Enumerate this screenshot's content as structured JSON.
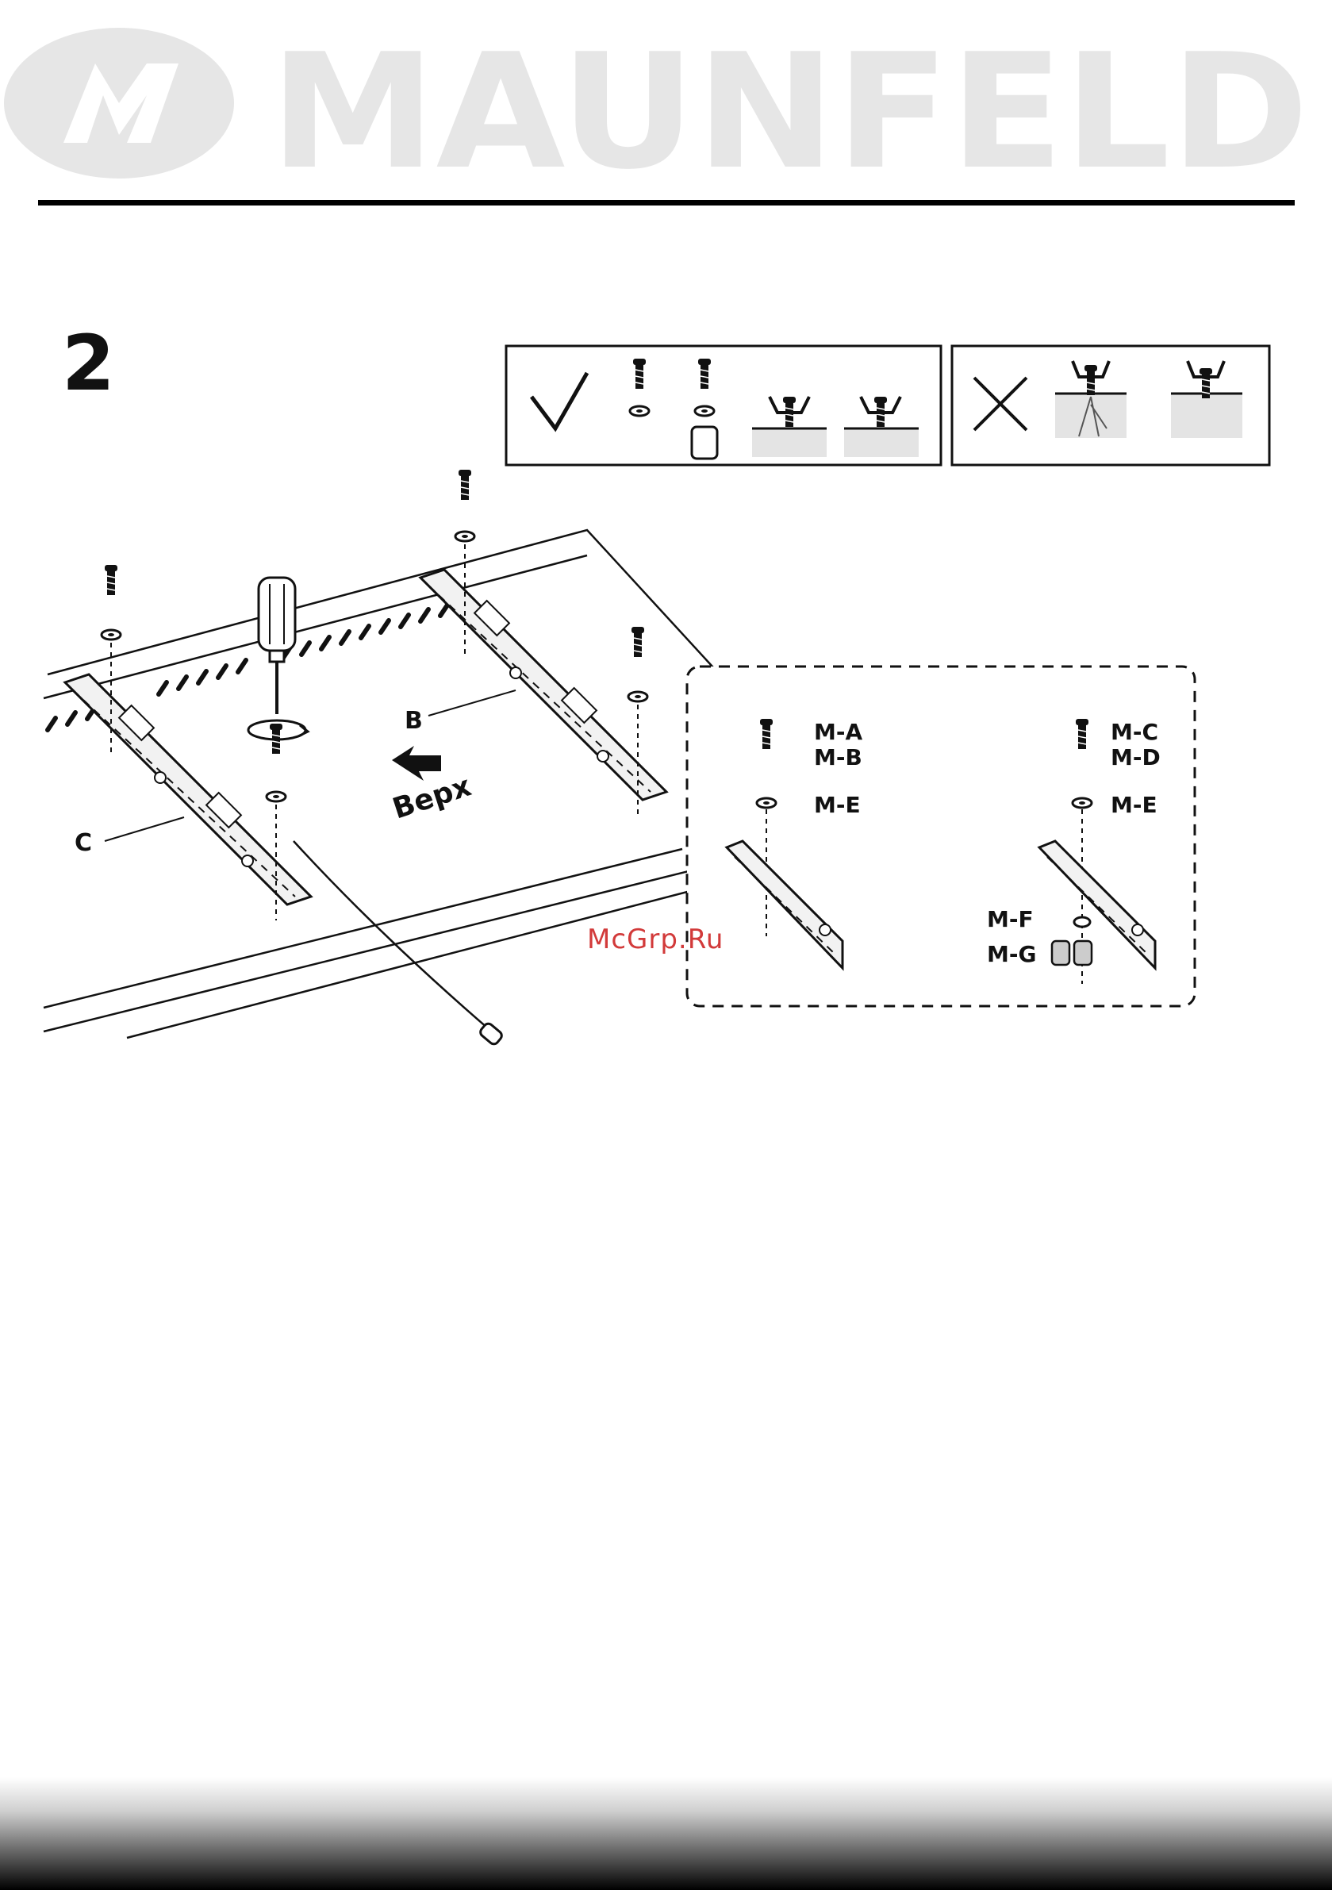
{
  "brand": {
    "name": "MAUNFELD",
    "logo_monogram": "M"
  },
  "step": {
    "number": "2"
  },
  "diagram": {
    "labels": {
      "bracket_b": "B",
      "bracket_c": "C",
      "up_direction": "Верх",
      "screw_ab": "M-A",
      "screw_ab_2": "M-B",
      "washer_left": "M-E",
      "screw_cd": "M-C",
      "screw_cd_2": "M-D",
      "washer_right": "M-E",
      "spacer_f": "M-F",
      "spacer_g": "M-G"
    }
  },
  "watermark": {
    "text": "McGrp.Ru"
  }
}
